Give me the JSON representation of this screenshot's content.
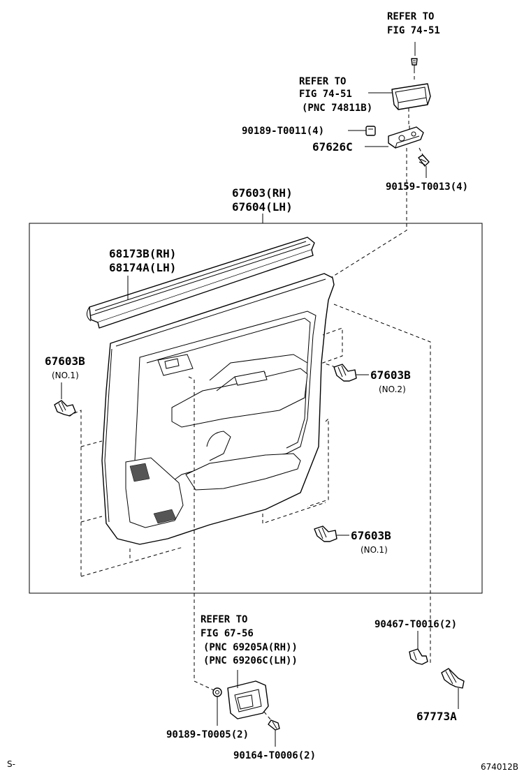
{
  "labels": {
    "refer_top_1": "REFER TO",
    "refer_top_2": "FIG 74-51",
    "refer_mid_1": "REFER TO",
    "refer_mid_2": "FIG 74-51",
    "refer_mid_3": "(PNC 74811B)",
    "p_90189_t0011": "90189-T0011(4)",
    "p_67626c": "67626C",
    "p_90159_t0013": "90159-T0013(4)",
    "p_67603_rh": "67603(RH)",
    "p_67604_lh": "67604(LH)",
    "p_68173b_rh": "68173B(RH)",
    "p_68174a_lh": "68174A(LH)",
    "p_67603b_left": "67603B",
    "p_67603b_left_no": "(NO.1)",
    "p_67603b_right": "67603B",
    "p_67603b_right_no": "(NO.2)",
    "p_67603b_bottom": "67603B",
    "p_67603b_bottom_no": "(NO.1)",
    "refer_bot_1": "REFER TO",
    "refer_bot_2": "FIG 67-56",
    "refer_bot_3": "(PNC 69205A(RH))",
    "refer_bot_4": "(PNC 69206C(LH))",
    "p_90467_t0016": "90467-T0016(2)",
    "p_67773a": "67773A",
    "p_90189_t0005": "90189-T0005(2)",
    "p_90164_t0006": "90164-T0006(2)",
    "corner_left": "S-",
    "corner_right": "674012B"
  }
}
